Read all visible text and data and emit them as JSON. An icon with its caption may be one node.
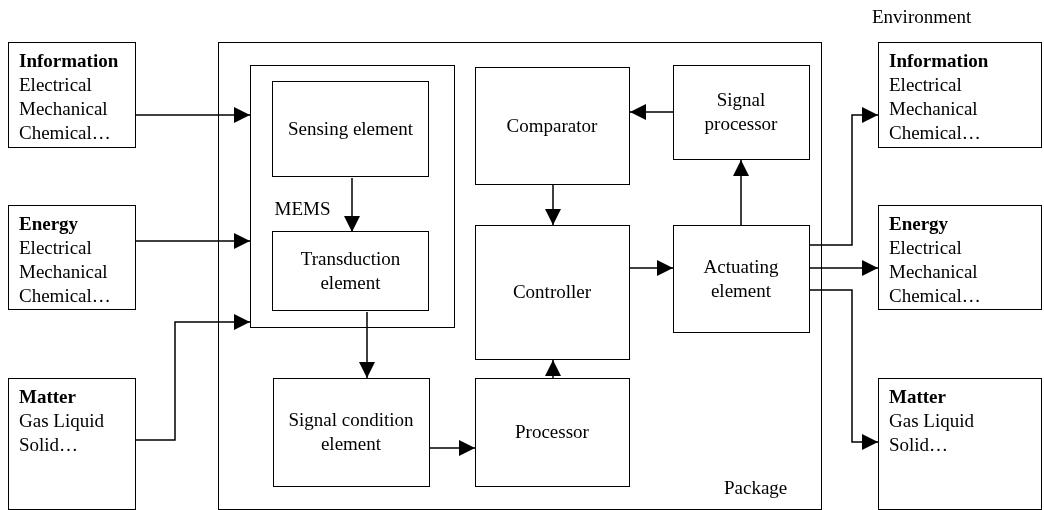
{
  "diagram": {
    "nodes": [
      {
        "text": [
          "Information",
          "Electrical Mechanical Chemical…"
        ]
      },
      {
        "text": [
          "Energy",
          "Electrical Mechanical Chemical…"
        ]
      },
      {
        "text": [
          "Matter",
          "Gas Liquid Solid…"
        ]
      },
      {
        "text": [
          "Package"
        ]
      },
      {
        "text": [
          "MEMS"
        ],
        "in": 3
      },
      {
        "text": [
          "Sensing element"
        ],
        "in": 4
      },
      {
        "text": [
          "Transduction element"
        ],
        "in": 4
      },
      {
        "text": [
          "Signal condition element"
        ],
        "in": 3
      },
      {
        "text": [
          "Comparator"
        ],
        "in": 3
      },
      {
        "text": [
          "Signal processor"
        ],
        "in": 3
      },
      {
        "text": [
          "Controller"
        ],
        "in": 3
      },
      {
        "text": [
          "Actuating element"
        ],
        "in": 3
      },
      {
        "text": [
          "Processor"
        ],
        "in": 3
      },
      {
        "text": [
          "Information",
          "Electrical Mechanical Chemical…"
        ]
      },
      {
        "text": [
          "Energy",
          "Electrical Mechanical Chemical…"
        ]
      },
      {
        "text": [
          "Matter",
          "Gas Liquid Solid…"
        ]
      }
    ],
    "edges": [
      {
        "from": 0,
        "to": 4,
        "arrow": "to"
      },
      {
        "from": 1,
        "to": 4,
        "arrow": "to"
      },
      {
        "from": 2,
        "to": 4,
        "arrow": "to"
      },
      {
        "from": 5,
        "to": 6,
        "arrow": "to"
      },
      {
        "from": 6,
        "to": 7,
        "arrow": "to"
      },
      {
        "from": 7,
        "to": 12,
        "arrow": "to"
      },
      {
        "from": 12,
        "to": 10,
        "arrow": "to"
      },
      {
        "from": 8,
        "to": 10,
        "arrow": "to"
      },
      {
        "from": 10,
        "to": 11,
        "arrow": "to"
      },
      {
        "from": 11,
        "to": 9,
        "arrow": "to"
      },
      {
        "from": 9,
        "to": 8,
        "arrow": "to"
      },
      {
        "from": 11,
        "to": 13,
        "arrow": "to"
      },
      {
        "from": 11,
        "to": 14,
        "arrow": "to"
      },
      {
        "from": 11,
        "to": 15,
        "arrow": "to"
      }
    ],
    "labels": [
      "Environment"
    ]
  }
}
